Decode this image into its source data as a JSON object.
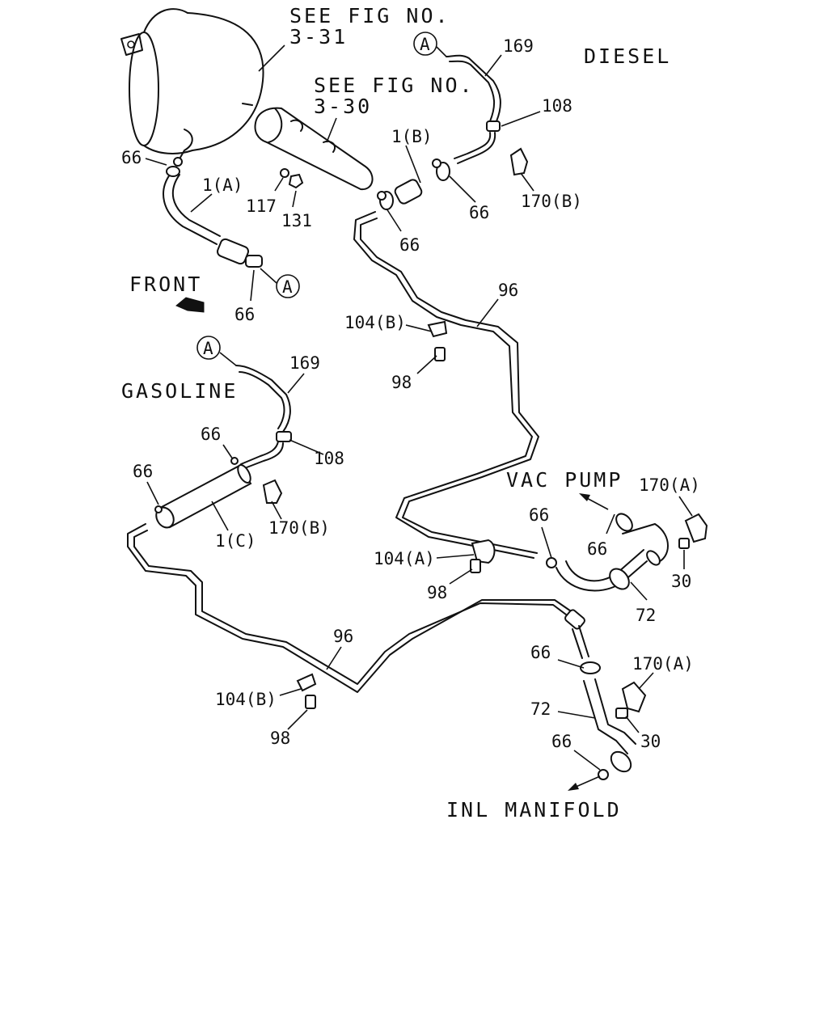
{
  "diagram": {
    "refs": {
      "fig_331": [
        "SEE FIG NO.",
        "3-31"
      ],
      "fig_330": [
        "SEE FIG NO.",
        "3-30"
      ]
    },
    "sections": {
      "diesel": "DIESEL",
      "gasoline": "GASOLINE"
    },
    "directions": {
      "front": "FRONT",
      "vac_pump": "VAC PUMP",
      "inl_manifold": "INL MANIFOLD"
    },
    "connector": "A",
    "parts": {
      "p169": "169",
      "p108": "108",
      "p1b": "1(B)",
      "p66": "66",
      "p170b": "170(B)",
      "p1a": "1(A)",
      "p117": "117",
      "p131": "131",
      "p96": "96",
      "p104b": "104(B)",
      "p98": "98",
      "p1c": "1(C)",
      "p104a": "104(A)",
      "p170a": "170(A)",
      "p30": "30",
      "p72": "72"
    }
  }
}
